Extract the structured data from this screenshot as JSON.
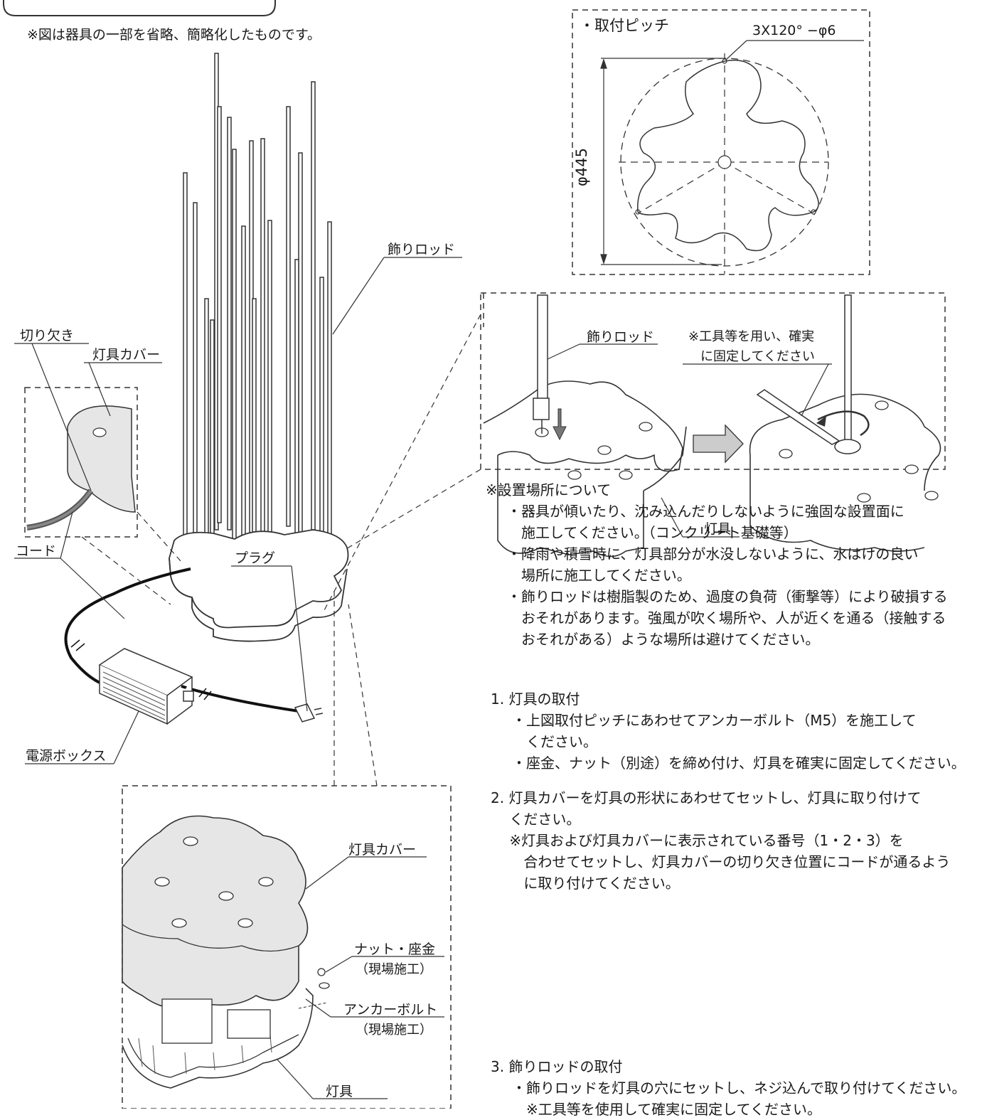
{
  "header_note": "※図は器具の一部を省略、簡略化したものです。",
  "main_figure": {
    "label_rod": "飾りロッド",
    "label_notch": "切り欠き",
    "label_cover": "灯具カバー",
    "label_cord": "コード",
    "label_plug": "プラグ",
    "label_power_box": "電源ボックス"
  },
  "pitch_figure": {
    "title": "・取付ピッチ",
    "hole_spec": "3X120° −φ6",
    "diameter": "φ445"
  },
  "rod_detail": {
    "label_rod": "飾りロッド",
    "tool_note_line1": "※工具等を用い、確実",
    "tool_note_line2": "に固定してください",
    "label_fixture": "灯具"
  },
  "base_detail": {
    "label_cover": "灯具カバー",
    "label_nut": "ナット・座金",
    "label_nut_sub": "（現場施工）",
    "label_anchor": "アンカーボルト",
    "label_anchor_sub": "（現場施工）",
    "label_fixture": "灯具"
  },
  "instructions": {
    "site_title": "※設置場所について",
    "site_lines": [
      "・器具が傾いたり、沈み込んだりしないように強固な設置面に",
      "　施工してください。（コンクリート基礎等）",
      "・降雨や積雪時に、灯具部分が水没しないように、水はけの良い",
      "　場所に施工してください。",
      "・飾りロッドは樹脂製のため、過度の負荷（衝撃等）により破損する",
      "　おそれがあります。強風が吹く場所や、人が近くを通る（接触する",
      "　おそれがある）ような場所は避けてください。"
    ],
    "step1_title": "1.  灯具の取付",
    "step1_lines": [
      "・上図取付ピッチにあわせてアンカーボルト（M5）を施工して",
      "　ください。",
      "・座金、ナット（別途）を締め付け、灯具を確実に固定してください。"
    ],
    "step2_lines": [
      "2.  灯具カバーを灯具の形状にあわせてセットし、灯具に取り付けて",
      "　 ください。",
      "　 ※灯具および灯具カバーに表示されている番号（1・2・3）を",
      "　 　合わせてセットし、灯具カバーの切り欠き位置にコードが通るよう",
      "　 　に取り付けてください。"
    ],
    "step3_title": "3.  飾りロッドの取付",
    "step3_lines": [
      "・飾りロッドを灯具の穴にセットし、ネジ込んで取り付けてください。",
      "　※工具等を使用して確実に固定してください。"
    ]
  }
}
